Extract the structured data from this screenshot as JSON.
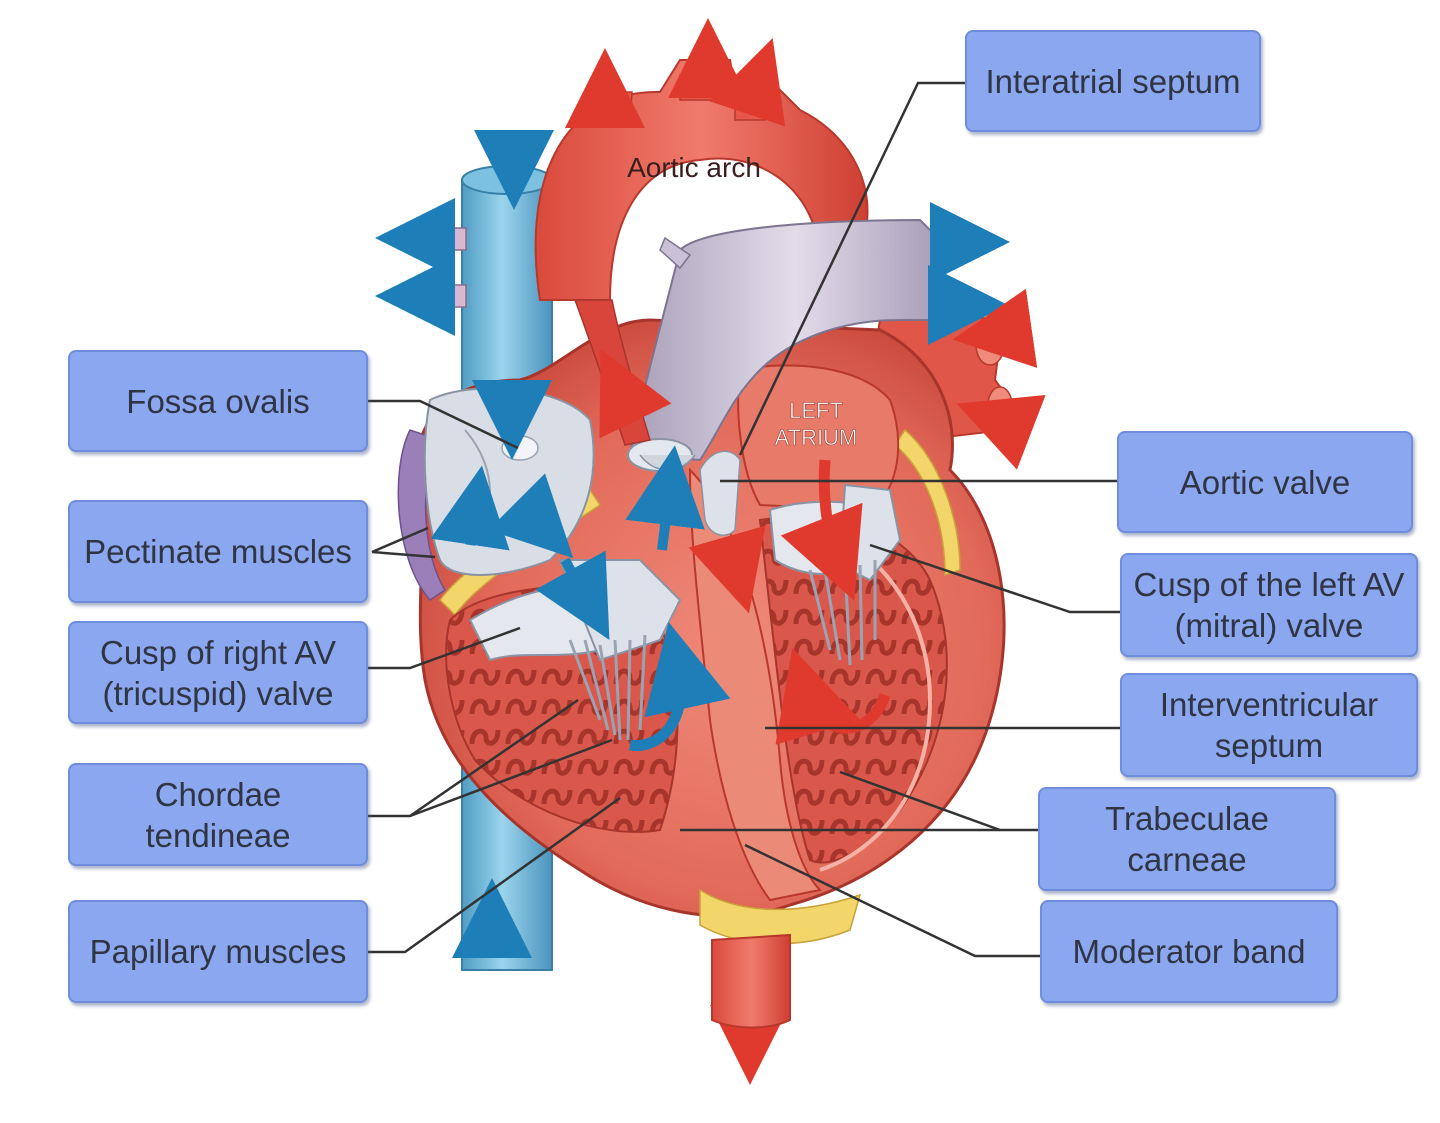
{
  "diagram": {
    "inline_labels": {
      "aortic_arch": "Aortic arch",
      "left_atrium_line1": "LEFT",
      "left_atrium_line2": "ATRIUM"
    },
    "label_boxes": [
      {
        "id": "interatrial-septum",
        "lines": [
          "Interatrial septum"
        ]
      },
      {
        "id": "fossa-ovalis",
        "lines": [
          "Fossa ovalis"
        ]
      },
      {
        "id": "pectinate-muscles",
        "lines": [
          "Pectinate muscles"
        ]
      },
      {
        "id": "cusp-right-av",
        "lines": [
          "Cusp of right AV",
          "(tricuspid) valve"
        ]
      },
      {
        "id": "chordae-tendineae",
        "lines": [
          "Chordae",
          "tendineae"
        ]
      },
      {
        "id": "papillary-muscles",
        "lines": [
          "Papillary muscles"
        ]
      },
      {
        "id": "aortic-valve",
        "lines": [
          "Aortic valve"
        ]
      },
      {
        "id": "cusp-left-av",
        "lines": [
          "Cusp of the left AV",
          "(mitral) valve"
        ]
      },
      {
        "id": "interventricular-septum",
        "lines": [
          "Interventricular",
          "septum"
        ]
      },
      {
        "id": "trabeculae-carneae",
        "lines": [
          "Trabeculae",
          "carneae"
        ]
      },
      {
        "id": "moderator-band",
        "lines": [
          "Moderator band"
        ]
      }
    ],
    "colors": {
      "label_fill": "#8ba7f0",
      "label_border": "#6f8ddd",
      "label_text": "#2f3542",
      "muscle_red": "#e8705f",
      "muscle_dark": "#c94a3e",
      "vein_blue": "#6fb8d8",
      "artery_red": "#e8574a",
      "pulmonary_lavender": "#c9c2d6",
      "valve_white": "#e4e8ee",
      "fat_yellow": "#f2d66a",
      "leader_line": "#333333"
    }
  }
}
